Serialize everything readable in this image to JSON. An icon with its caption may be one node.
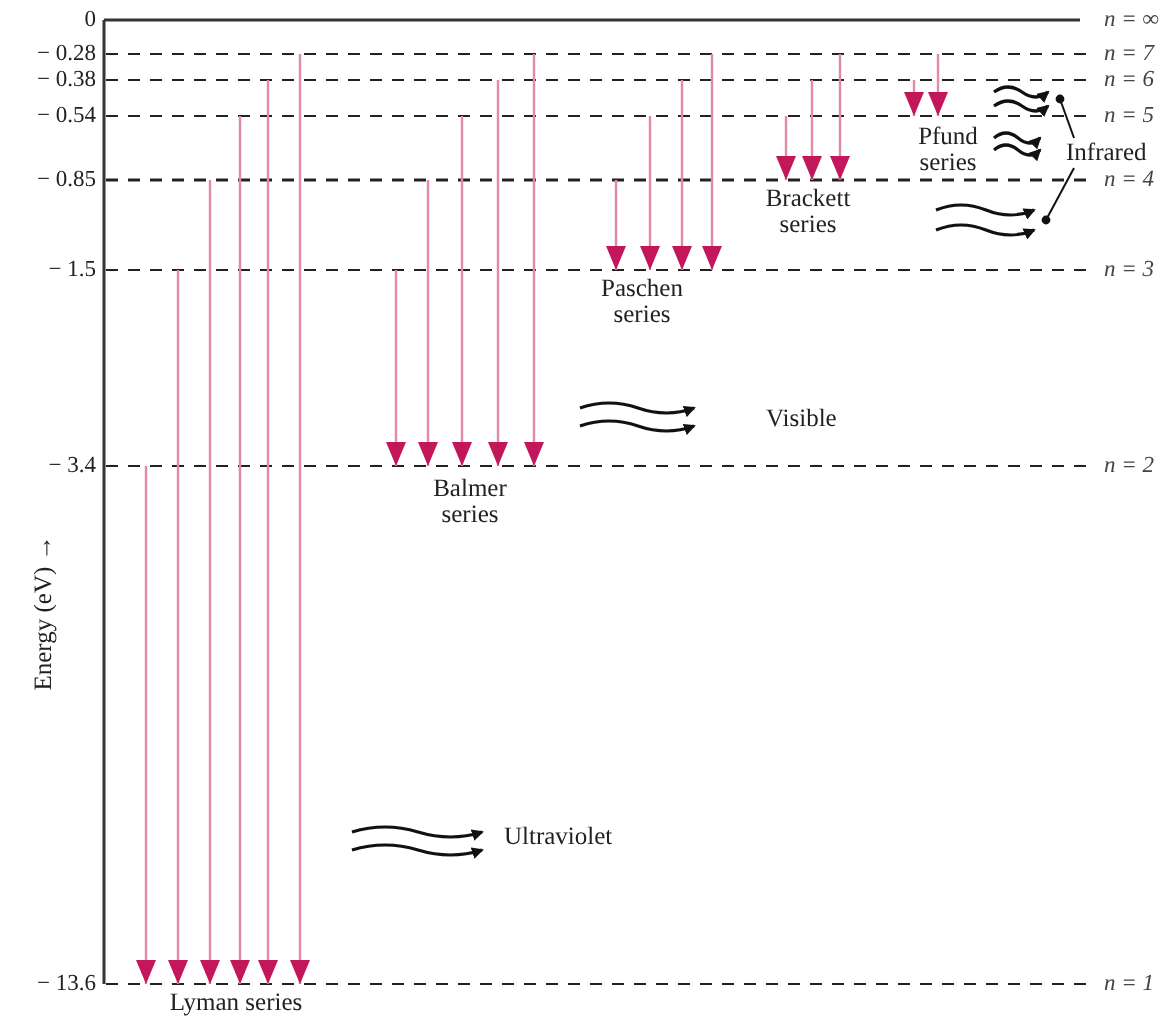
{
  "diagram": {
    "nodes": [
      {
        "text": [
          "Infrared"
        ]
      },
      {
        "text": [],
        "shape": "picture"
      },
      {
        "text": [],
        "shape": "picture"
      }
    ],
    "edges": [
      {
        "from": 0,
        "to": 1,
        "arrow": "other"
      },
      {
        "from": 0,
        "to": 2,
        "arrow": "other"
      }
    ],
    "labels": [
      "0",
      "n = ∞",
      "− 0.28",
      "n = 7",
      "− 0.38",
      "n = 6",
      "− 0.54",
      "n = 5",
      "Pfund series",
      "− 0.85",
      "n = 4",
      "Brackett series",
      "− 1.5",
      "n = 3",
      "Paschen series",
      "Visible",
      "− 3.4",
      "n = 2",
      "Balmer series",
      "Energy (eV) →",
      "Ultraviolet",
      "− 13.6",
      "n = 1",
      "Lyman series"
    ]
  }
}
